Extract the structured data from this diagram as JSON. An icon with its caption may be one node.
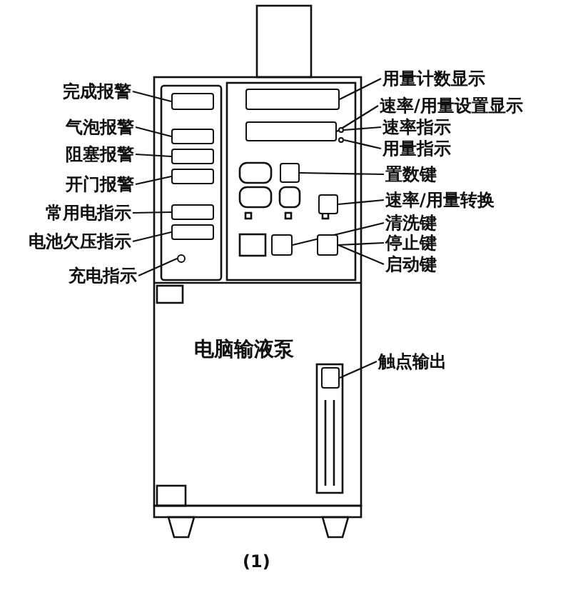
{
  "diagram": {
    "caption": "(1)",
    "nodes": [
      {
        "text": [
          "完成报警"
        ]
      },
      {
        "text": [
          "气泡报警"
        ]
      },
      {
        "text": [
          "阻塞报警"
        ]
      },
      {
        "text": [
          "开门报警"
        ]
      },
      {
        "text": [
          "常用电指示"
        ]
      },
      {
        "text": [
          "电池欠压指示"
        ]
      },
      {
        "text": [
          "充电指示"
        ]
      },
      {
        "text": [
          "用量计数显示"
        ]
      },
      {
        "text": [
          "速率/用量设置显示"
        ]
      },
      {
        "text": [
          "速率指示"
        ]
      },
      {
        "text": [
          "用量指示"
        ]
      },
      {
        "text": [
          "置数键"
        ]
      },
      {
        "text": [
          "速率/用量转换"
        ]
      },
      {
        "text": [
          "清洗键"
        ]
      },
      {
        "text": [
          "停止键"
        ]
      },
      {
        "text": [
          "启动键"
        ]
      },
      {
        "text": [
          "触点输出"
        ]
      },
      {
        "text": [],
        "shape": "box"
      },
      {
        "text": [],
        "shape": "box"
      },
      {
        "text": [],
        "shape": "box"
      },
      {
        "text": [],
        "shape": "box"
      },
      {
        "text": [],
        "shape": "box"
      },
      {
        "text": [],
        "shape": "box"
      },
      {
        "text": [],
        "shape": "circle"
      },
      {
        "text": [],
        "shape": "box"
      },
      {
        "text": [],
        "shape": "box"
      },
      {
        "text": [],
        "shape": "circle"
      },
      {
        "text": [],
        "shape": "circle"
      },
      {
        "text": [],
        "shape": "box"
      },
      {
        "text": [],
        "shape": "box"
      },
      {
        "text": [],
        "shape": "box"
      },
      {
        "text": [],
        "shape": "box"
      },
      {
        "text": [],
        "shape": "box"
      }
    ],
    "edges": [
      {
        "from": 0,
        "to": 17,
        "arrow": "none"
      },
      {
        "from": 1,
        "to": 18,
        "arrow": "none"
      },
      {
        "from": 2,
        "to": 19,
        "arrow": "none"
      },
      {
        "from": 3,
        "to": 20,
        "arrow": "none"
      },
      {
        "from": 4,
        "to": 21,
        "arrow": "none"
      },
      {
        "from": 5,
        "to": 22,
        "arrow": "none"
      },
      {
        "from": 6,
        "to": 23,
        "arrow": "none"
      },
      {
        "from": 7,
        "to": 24,
        "arrow": "none"
      },
      {
        "from": 8,
        "to": 25,
        "arrow": "none"
      },
      {
        "from": 9,
        "to": 26,
        "arrow": "none"
      },
      {
        "from": 10,
        "to": 27,
        "arrow": "none"
      },
      {
        "from": 11,
        "to": 28,
        "arrow": "none"
      },
      {
        "from": 12,
        "to": 29,
        "arrow": "none"
      },
      {
        "from": 13,
        "to": 30,
        "arrow": "none"
      },
      {
        "from": 14,
        "to": 31,
        "arrow": "none"
      },
      {
        "from": 15,
        "to": 31,
        "arrow": "none"
      },
      {
        "from": 16,
        "to": 32,
        "arrow": "none"
      }
    ],
    "labels": [
      "电脑输液泵"
    ]
  }
}
